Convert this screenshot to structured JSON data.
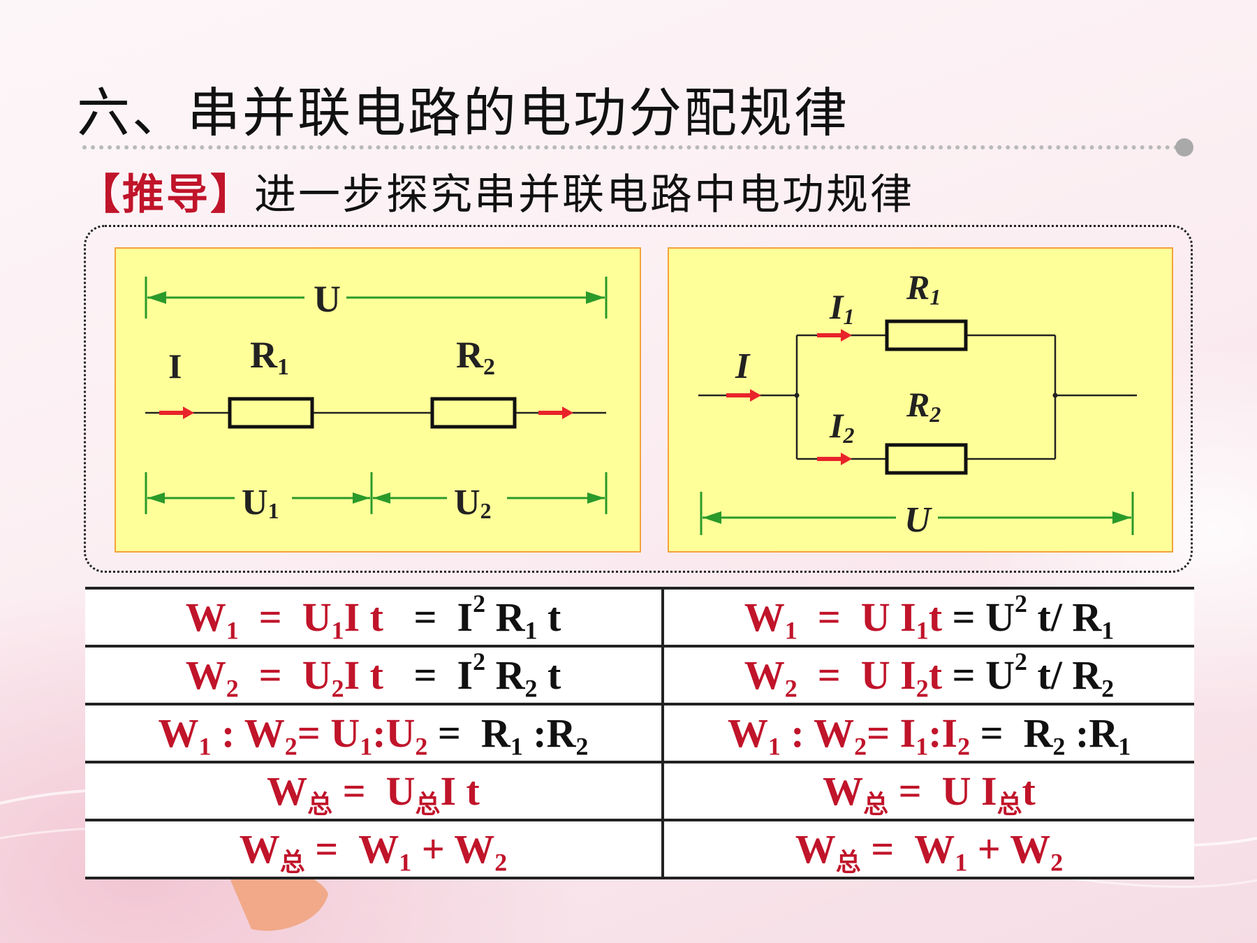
{
  "title": "六、串并联电路的电功分配规律",
  "subtitle": {
    "tag": "【推导】",
    "text": "进一步探究串并联电路中电功规律"
  },
  "series_diagram": {
    "U": "U",
    "I": "I",
    "R": "R",
    "sub1": "1",
    "sub2": "2"
  },
  "parallel_diagram": {
    "I": "I",
    "R": "R",
    "U": "U",
    "sub1": "1",
    "sub2": "2"
  },
  "formulas": {
    "zong": "总",
    "colors": {
      "red": "#c0142a",
      "black": "#111111"
    }
  }
}
